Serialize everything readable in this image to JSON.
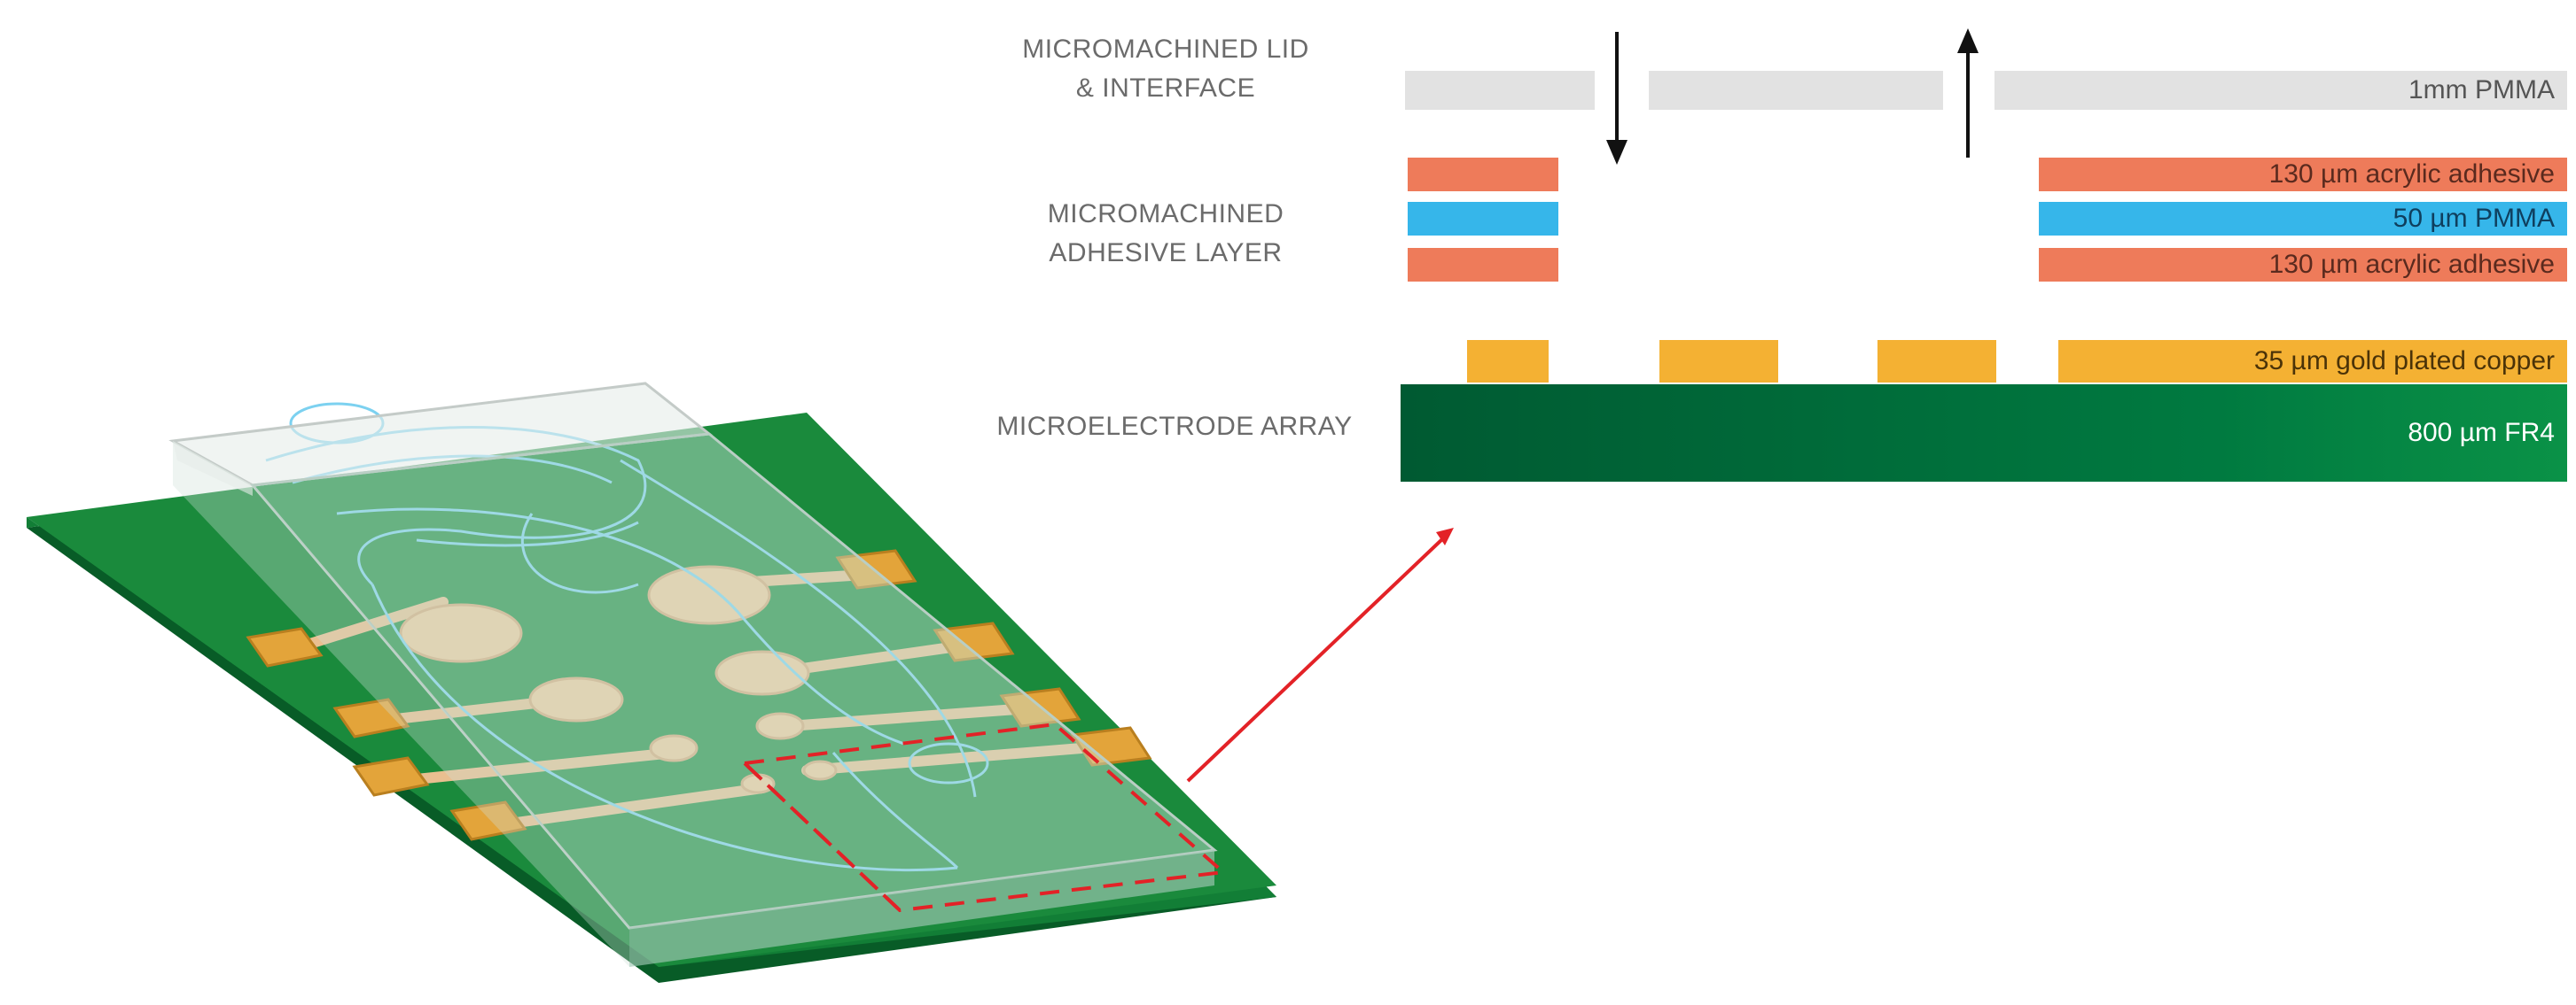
{
  "labels": {
    "lid": [
      "MICROMACHINED LID",
      "& INTERFACE"
    ],
    "adhesive": [
      "MICROMACHINED",
      "ADHESIVE LAYER"
    ],
    "array": [
      "MICROELECTRODE ARRAY"
    ]
  },
  "layers": {
    "lid": "1mm PMMA",
    "adhesive_top": "130 µm acrylic adhesive",
    "pmma": "50 µm PMMA",
    "adhesive_bottom": "130 µm acrylic adhesive",
    "copper": "35 µm gold plated copper",
    "fr4": "800 µm FR4"
  },
  "colors": {
    "lid": "#e2e2e2",
    "adhesive": "#ee7b5a",
    "pmma": "#36b6ea",
    "copper": "#f4b133",
    "fr4": "#006b3a",
    "pcb_board": "#107a34",
    "electrode_pad": "#f2c89a",
    "contact_pad": "#e3a43a",
    "channel": "#7cd1f0",
    "callout": "#e32227"
  }
}
